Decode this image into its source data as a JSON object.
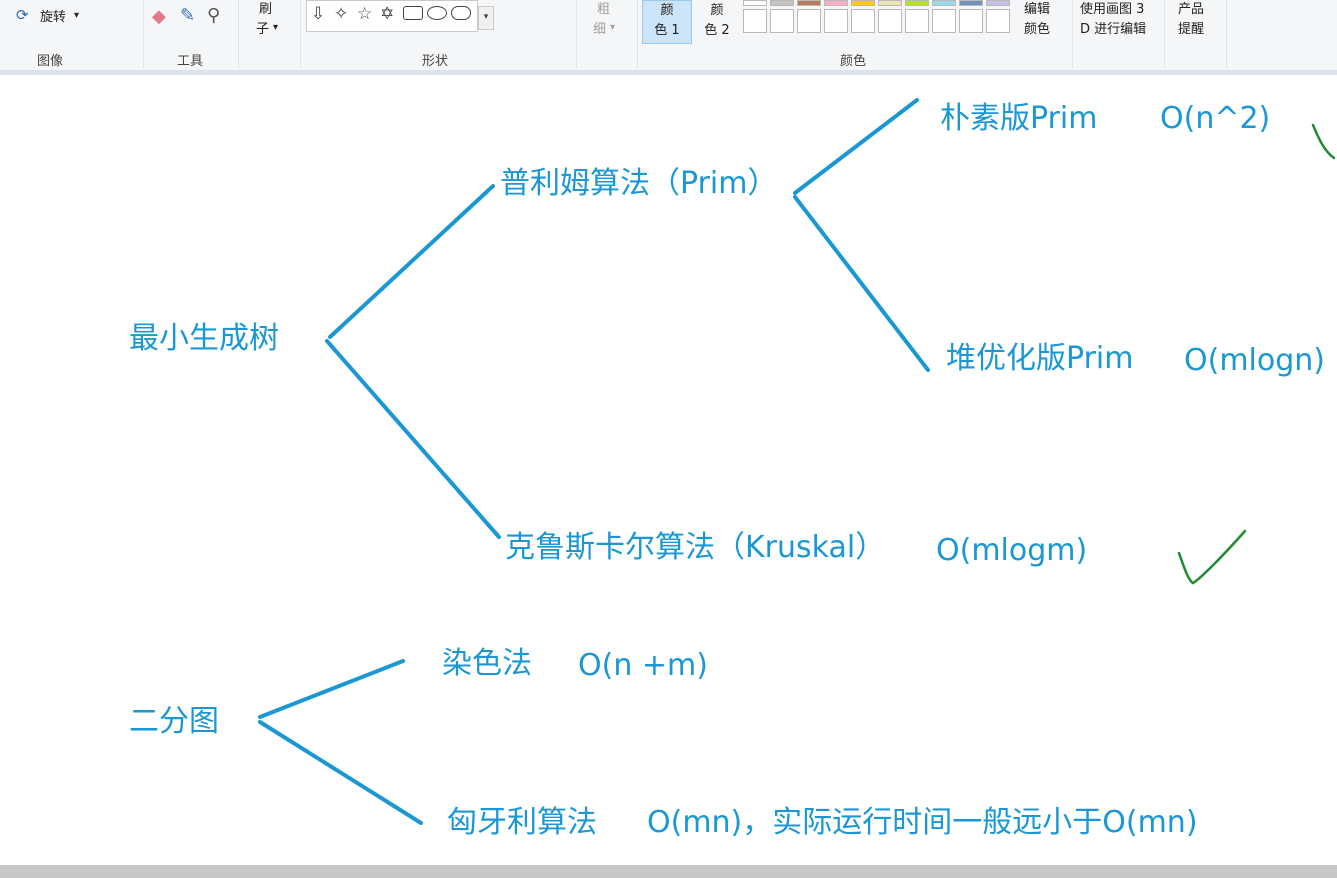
{
  "ribbon": {
    "rotate_label": "旋转",
    "image_group": "图像",
    "tools_group": "工具",
    "brush_label_1": "刷",
    "brush_label_2": "子",
    "shapes_group": "形状",
    "size_label_1": "粗",
    "size_label_2": "细",
    "color1_label_1": "颜",
    "color1_label_2": "色 1",
    "color2_label_1": "颜",
    "color2_label_2": "色 2",
    "colors_group": "颜色",
    "edit_colors_1": "编辑",
    "edit_colors_2": "颜色",
    "paint3d_1": "使用画图 3",
    "paint3d_2": "D 进行编辑",
    "product_alert_1": "产品",
    "product_alert_2": "提醒",
    "palette_top": [
      "#c3c3c3",
      "#b97a57",
      "#ffaec9",
      "#ffc90e",
      "#efe4b0",
      "#b5e61d",
      "#99d9ea",
      "#7092be",
      "#c8bfe7"
    ]
  },
  "canvas": {
    "ink_color": "#1b97d4",
    "check_color": "#1e8c2f",
    "mst": "最小生成树",
    "prim": "普利姆算法（Prim）",
    "naive_prim": "朴素版Prim",
    "naive_prim_complexity": "O(n^2)",
    "heap_prim": "堆优化版Prim",
    "heap_prim_complexity": "O(mlogn)",
    "kruskal": "克鲁斯卡尔算法（Kruskal）",
    "kruskal_complexity": "O(mlogm)",
    "bipartite": "二分图",
    "coloring": "染色法",
    "coloring_complexity": "O(n +m)",
    "hungarian": "匈牙利算法",
    "hungarian_complexity": "O(mn)，实际运行时间一般远小于O(mn)"
  }
}
